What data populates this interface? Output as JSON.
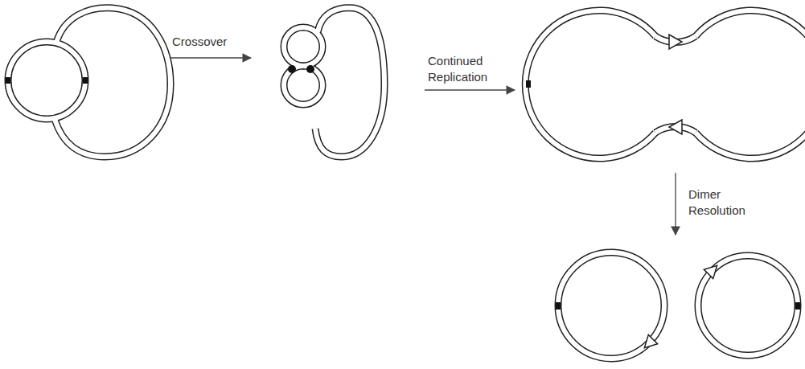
{
  "diagram": {
    "labels": [
      "Crossover",
      "Continued Replication",
      "Dimer Resolution"
    ]
  }
}
